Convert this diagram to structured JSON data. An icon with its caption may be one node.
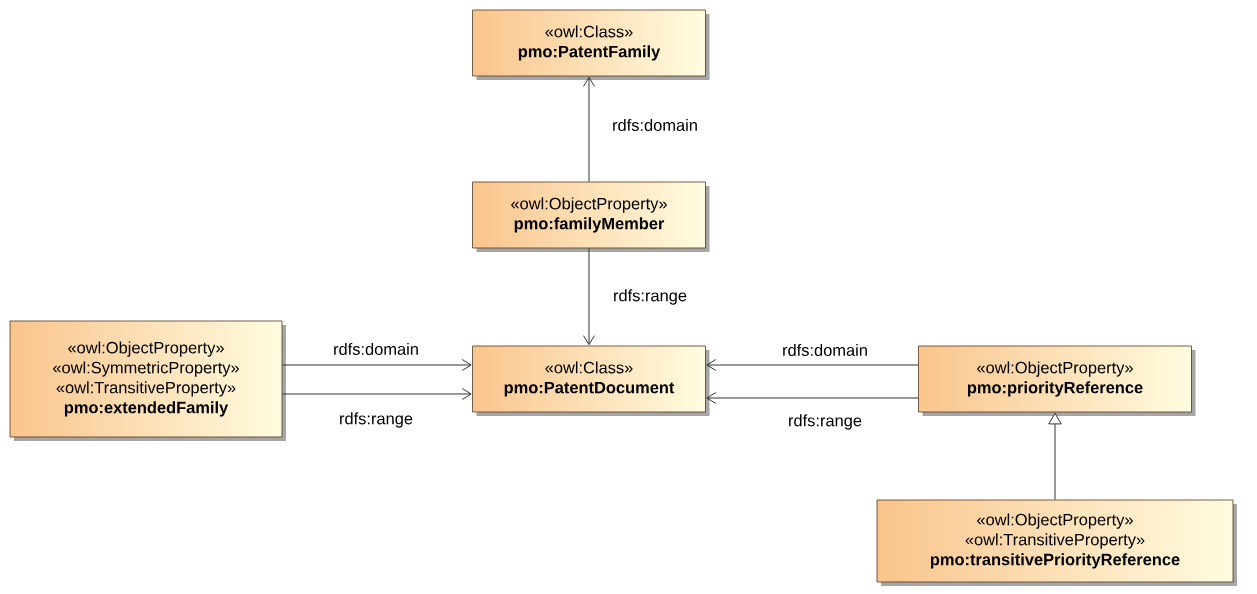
{
  "diagram": {
    "nodes": [
      {
        "text": [
          "«owl:Class»",
          "pmo:PatentFamily"
        ]
      },
      {
        "text": [
          "«owl:ObjectProperty»",
          "pmo:familyMember"
        ]
      },
      {
        "text": [
          "«owl:ObjectProperty»",
          "«owl:SymmetricProperty»",
          "«owl:TransitiveProperty»",
          "pmo:extendedFamily"
        ]
      },
      {
        "text": [
          "«owl:Class»",
          "pmo:PatentDocument"
        ]
      },
      {
        "text": [
          "«owl:ObjectProperty»",
          "pmo:priorityReference"
        ]
      },
      {
        "text": [
          "«owl:ObjectProperty»",
          "«owl:TransitiveProperty»",
          "pmo:transitivePriorityReference"
        ]
      }
    ],
    "edges": [
      {
        "from": 1,
        "to": 0,
        "arrow": "to",
        "label": "rdfs:domain"
      },
      {
        "from": 1,
        "to": 3,
        "arrow": "to",
        "label": "rdfs:range"
      },
      {
        "from": 2,
        "to": 3,
        "arrow": "to",
        "label": "rdfs:domain"
      },
      {
        "from": 2,
        "to": 3,
        "arrow": "to",
        "label": "rdfs:range"
      },
      {
        "from": 4,
        "to": 3,
        "arrow": "to",
        "label": "rdfs:domain"
      },
      {
        "from": 4,
        "to": 3,
        "arrow": "to",
        "label": "rdfs:range"
      },
      {
        "from": 5,
        "to": 4,
        "arrow": "to"
      }
    ]
  }
}
